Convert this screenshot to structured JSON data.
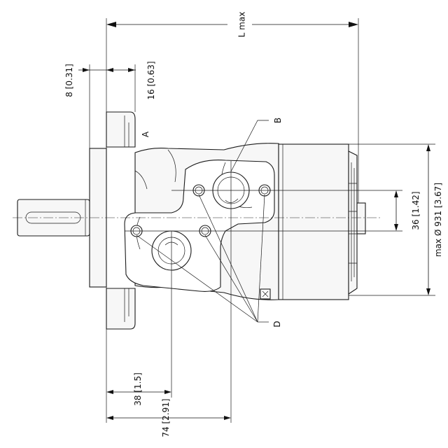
{
  "labels": {
    "l_max": "L max",
    "dim_8": "8 [0.31]",
    "dim_16": "16 [0.63]",
    "dim_36": "36 [1.42]",
    "dim_diam": "max Ø 931 [3.67]",
    "dim_38": "38 [1.5]",
    "dim_74": "74 [2.91]",
    "port_a": "A",
    "port_b": "B",
    "holes_d": "D"
  }
}
